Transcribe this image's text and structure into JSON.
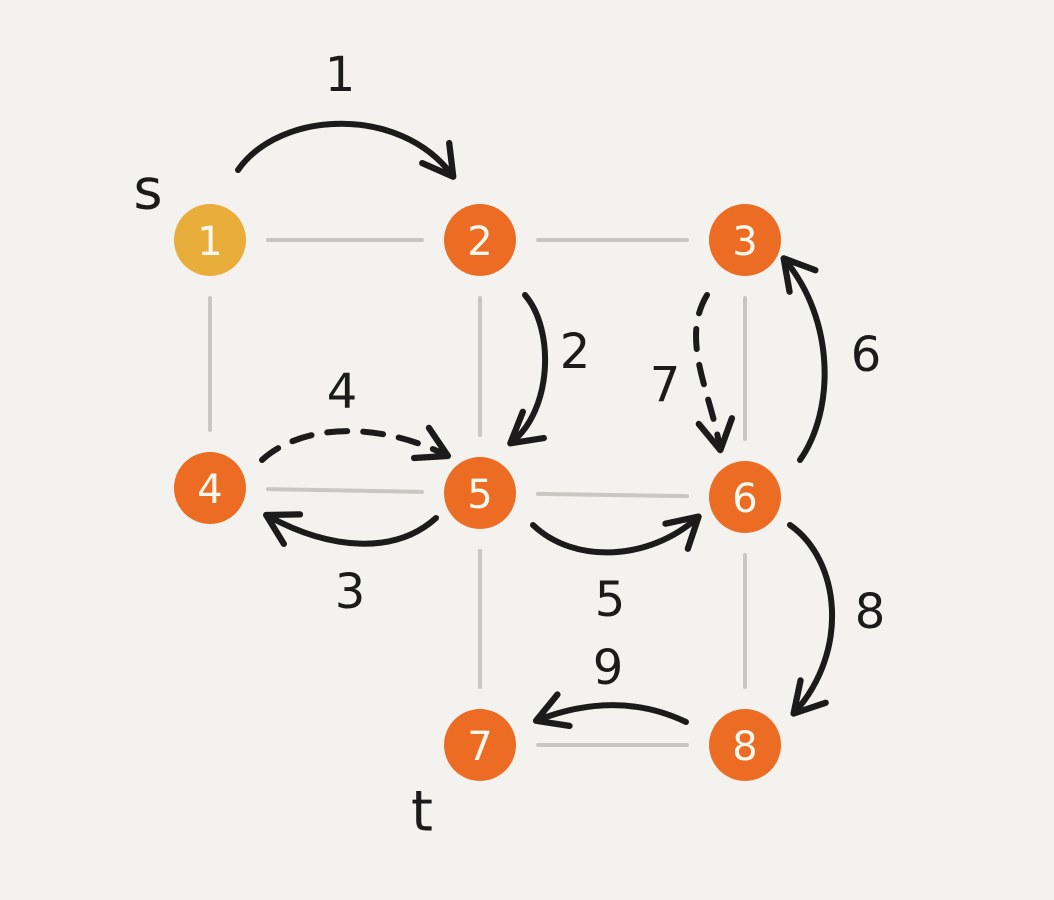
{
  "colors": {
    "background": "#f3f2ef",
    "start_node": "#e9ad3c",
    "node": "#ec6c23",
    "grid_edge": "#c9c7c2",
    "arrow": "#1b1b1b"
  },
  "terminals": {
    "source": "s",
    "target": "t"
  },
  "nodes": [
    {
      "id": "1",
      "label": "1",
      "role": "start"
    },
    {
      "id": "2",
      "label": "2",
      "role": "normal"
    },
    {
      "id": "3",
      "label": "3",
      "role": "normal"
    },
    {
      "id": "4",
      "label": "4",
      "role": "normal"
    },
    {
      "id": "5",
      "label": "5",
      "role": "normal"
    },
    {
      "id": "6",
      "label": "6",
      "role": "normal"
    },
    {
      "id": "7",
      "label": "7",
      "role": "normal"
    },
    {
      "id": "8",
      "label": "8",
      "role": "normal"
    }
  ],
  "edges": [
    {
      "from": "1",
      "to": "2"
    },
    {
      "from": "2",
      "to": "3"
    },
    {
      "from": "1",
      "to": "4"
    },
    {
      "from": "2",
      "to": "5"
    },
    {
      "from": "3",
      "to": "6"
    },
    {
      "from": "4",
      "to": "5"
    },
    {
      "from": "5",
      "to": "6"
    },
    {
      "from": "5",
      "to": "7"
    },
    {
      "from": "6",
      "to": "8"
    },
    {
      "from": "7",
      "to": "8"
    }
  ],
  "steps": [
    {
      "label": "1",
      "from": "1",
      "to": "2",
      "style": "solid"
    },
    {
      "label": "2",
      "from": "2",
      "to": "5",
      "style": "solid"
    },
    {
      "label": "3",
      "from": "5",
      "to": "4",
      "style": "solid"
    },
    {
      "label": "4",
      "from": "4",
      "to": "5",
      "style": "dashed"
    },
    {
      "label": "5",
      "from": "5",
      "to": "6",
      "style": "solid"
    },
    {
      "label": "6",
      "from": "6",
      "to": "3",
      "style": "solid"
    },
    {
      "label": "7",
      "from": "3",
      "to": "6",
      "style": "dashed"
    },
    {
      "label": "8",
      "from": "6",
      "to": "8",
      "style": "solid"
    },
    {
      "label": "9",
      "from": "8",
      "to": "7",
      "style": "solid"
    }
  ]
}
